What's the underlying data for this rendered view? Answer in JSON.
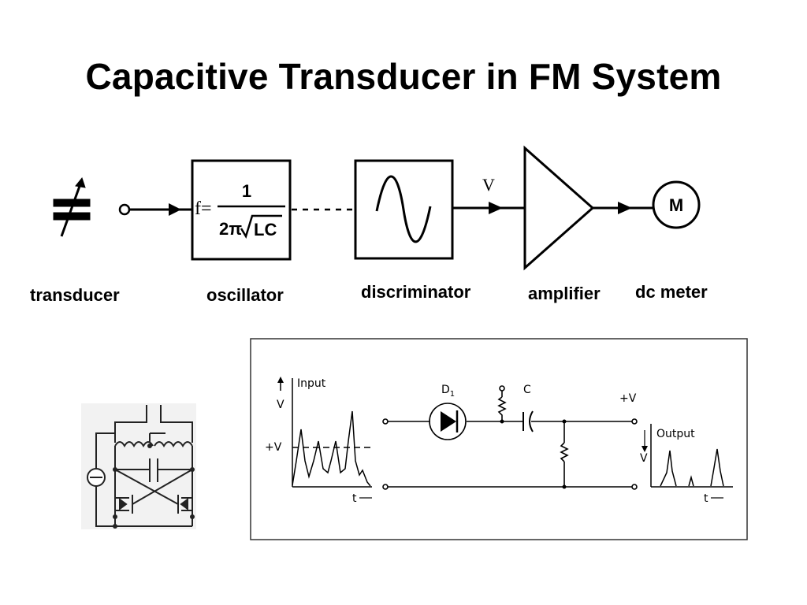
{
  "slide": {
    "title": "Capacitive Transducer in FM System"
  },
  "block_diagram": {
    "labels": {
      "transducer": "transducer",
      "oscillator": "oscillator",
      "discriminator": "discriminator",
      "amplifier": "amplifier",
      "dc_meter": "dc meter"
    },
    "formula": {
      "prefix": "f=",
      "numerator": "1",
      "denominator_2pi": "2π",
      "denominator_lc": "LC"
    },
    "signal_label": "V",
    "meter_symbol": "M"
  },
  "circuit": {
    "input_label": "Input",
    "output_label": "Output",
    "v_axis": "V",
    "plus_v_level": "+V",
    "time_axis": "t",
    "diode_label": "D",
    "diode_subscript": "1",
    "capacitor_label": "C",
    "supply_label": "+V"
  }
}
